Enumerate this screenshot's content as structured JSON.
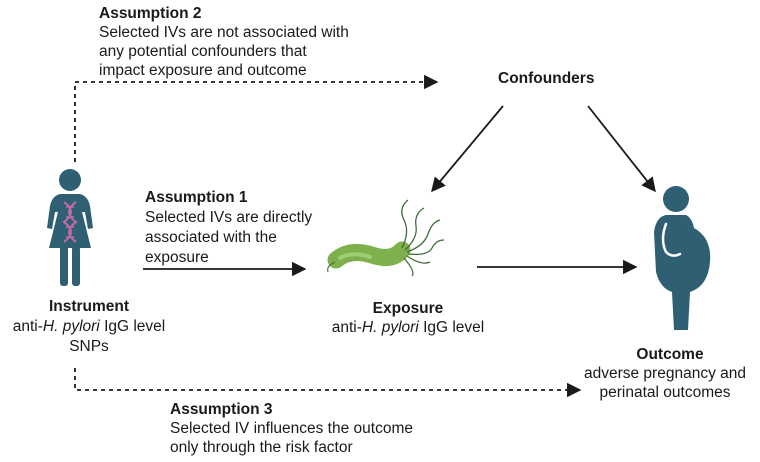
{
  "assumption2": {
    "title": "Assumption 2",
    "lines": [
      "Selected IVs are not associated with",
      "any potential confounders that",
      "impact exposure and outcome"
    ]
  },
  "confounders": {
    "label": "Confounders"
  },
  "assumption1": {
    "title": "Assumption 1",
    "lines": [
      "Selected IVs are  directly",
      "associated with the",
      "exposure"
    ]
  },
  "instrument": {
    "title": "Instrument",
    "line1_prefix": "anti-",
    "line1_italic": "H. pylori",
    "line1_suffix": " IgG level",
    "line2": "SNPs"
  },
  "exposure": {
    "title": "Exposure",
    "line1_prefix": "anti-",
    "line1_italic": "H. pylori",
    "line1_suffix": " IgG level"
  },
  "outcome": {
    "title": "Outcome",
    "lines": [
      "adverse pregnancy and",
      "perinatal outcomes"
    ]
  },
  "assumption3": {
    "title": "Assumption 3",
    "lines": [
      "Selected IV influences the outcome",
      "only through the risk factor"
    ]
  },
  "colors": {
    "figure": "#2f5f73",
    "dna": "#c06aa8",
    "bacterium_body": "#8dc05a",
    "bacterium_flagella": "#3e6e3a",
    "arrow": "#1a1a1a"
  },
  "icons": [
    "woman-dna-icon",
    "bacterium-icon",
    "pregnant-woman-icon"
  ]
}
